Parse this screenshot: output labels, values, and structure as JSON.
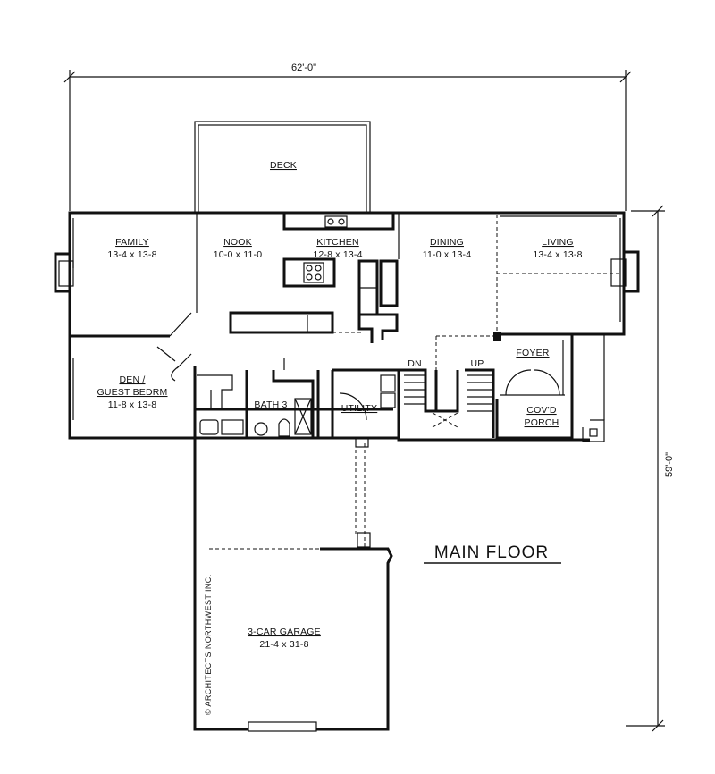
{
  "dimensions": {
    "width_overall": "62'-0\"",
    "depth_overall": "59'-0\""
  },
  "plan_title": "MAIN FLOOR",
  "copyright": "© ARCHITECTS NORTHWEST INC.",
  "rooms": {
    "deck": {
      "name": "DECK"
    },
    "family": {
      "name": "FAMILY",
      "size": "13-4 x 13-8"
    },
    "nook": {
      "name": "NOOK",
      "size": "10-0 x 11-0"
    },
    "kitchen": {
      "name": "KITCHEN",
      "size": "12-8 x 13-4"
    },
    "dining": {
      "name": "DINING",
      "size": "11-0 x 13-4"
    },
    "living": {
      "name": "LIVING",
      "size": "13-4 x 13-8"
    },
    "den": {
      "name_line1": "DEN /",
      "name_line2": "GUEST BEDRM",
      "size": "11-8 x 13-8"
    },
    "bath": {
      "name": "BATH 3"
    },
    "utility": {
      "name": "UTILITY"
    },
    "foyer": {
      "name": "FOYER"
    },
    "porch": {
      "name_line1": "COV'D",
      "name_line2": "PORCH"
    },
    "garage": {
      "name": "3-CAR GARAGE",
      "size": "21-4 x 31-8"
    }
  },
  "stairs": {
    "down": "DN",
    "up": "UP"
  }
}
